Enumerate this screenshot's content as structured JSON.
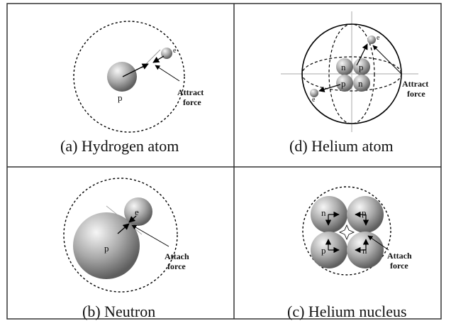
{
  "panels": {
    "a": {
      "caption": "(a) Hydrogen atom",
      "proton": "p",
      "electron": "e",
      "force_line1": "Attract",
      "force_line2": "force"
    },
    "b": {
      "caption": "(b) Neutron",
      "proton": "p",
      "electron": "e",
      "force_line1": "Attach",
      "force_line2": "force"
    },
    "c": {
      "caption": "(c) Helium nucleus",
      "top_left": "n",
      "top_right": "p",
      "bottom_left": "p",
      "bottom_right": "n",
      "force_line1": "Attach",
      "force_line2": "force"
    },
    "d": {
      "caption": "(d) Helium atom",
      "top_left": "n",
      "top_right": "p",
      "bottom_left": "p",
      "bottom_right": "n",
      "electron_top": "e",
      "electron_bottom": "e",
      "force_line1": "Attract",
      "force_line2": "force"
    }
  },
  "colors": {
    "border": "#333333",
    "sphere_light": "#f4f4f4",
    "sphere_dark": "#6b6b6b",
    "line": "#000000"
  }
}
